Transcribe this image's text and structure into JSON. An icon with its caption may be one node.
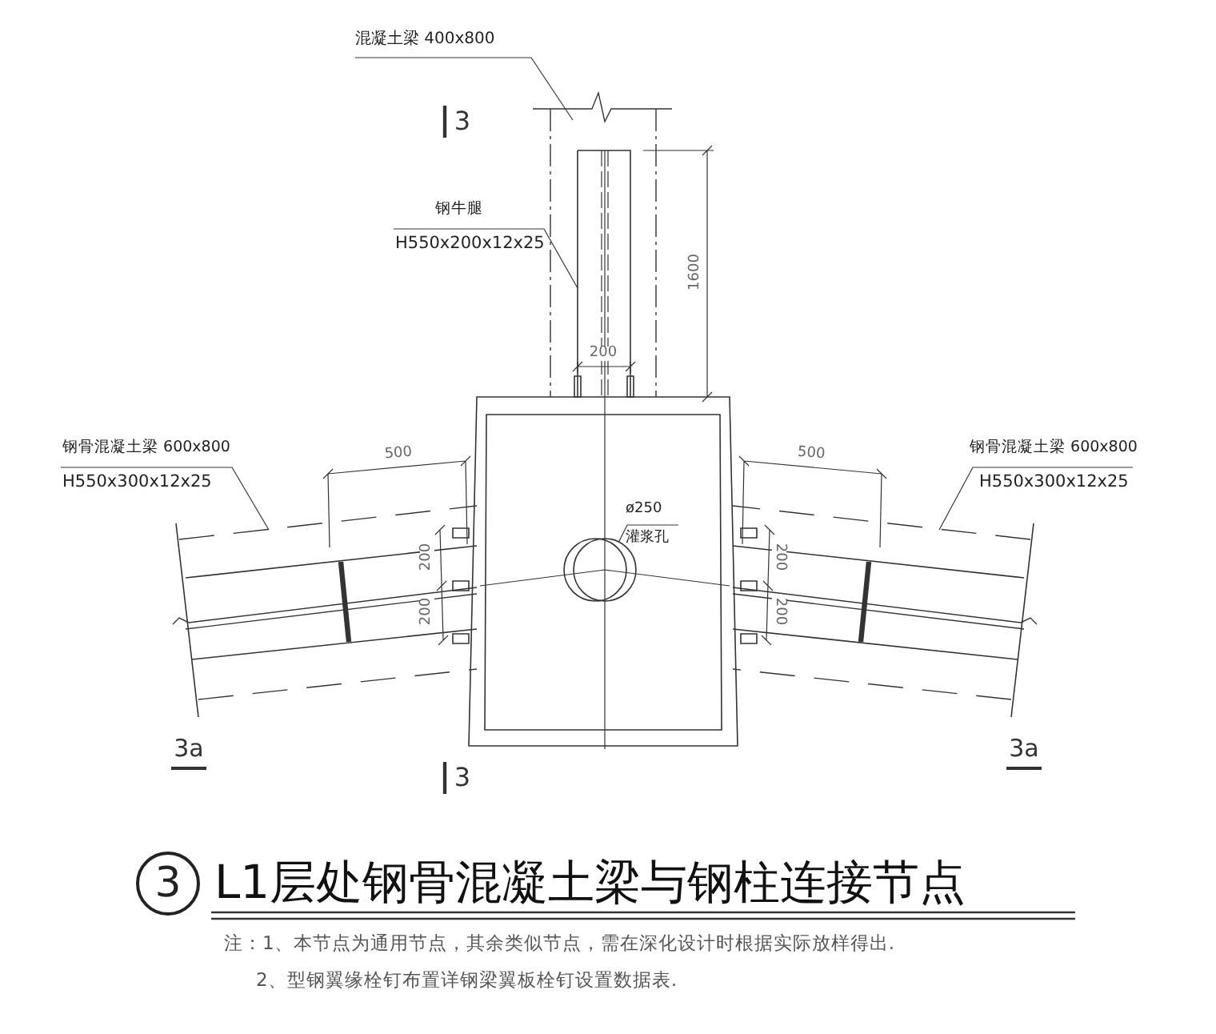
{
  "diagram": {
    "title": "L1层处钢骨混凝土梁与钢柱连接节点",
    "nodes": [
      {
        "text": [
          "混凝土梁 400x800"
        ]
      },
      {
        "text": [
          "钢牛腿",
          "H550x200x12x25"
        ]
      },
      {
        "text": [
          "钢骨混凝土梁 600x800",
          "H550x300x12x25"
        ]
      },
      {
        "text": [
          "钢骨混凝土梁 600x800",
          "H550x300x12x25"
        ]
      },
      {
        "text": [
          "ø250",
          "灌浆孔"
        ]
      },
      {
        "text": [
          "3"
        ]
      },
      {
        "text": [],
        "shape": "circle"
      }
    ],
    "edges": [
      {
        "from": 0,
        "to": null,
        "arrow": "none"
      },
      {
        "from": 1,
        "to": null,
        "arrow": "none"
      },
      {
        "from": 2,
        "to": null,
        "arrow": "none"
      },
      {
        "from": 3,
        "to": null,
        "arrow": "none"
      },
      {
        "from": 4,
        "to": 6,
        "arrow": "none"
      }
    ],
    "labels": [
      "3",
      "1600",
      "200",
      "500",
      "500",
      "200",
      "200",
      "200",
      "200",
      "3a",
      "3",
      "3a",
      "注：1、本节点为通用节点，其余类似节点，需在深化设计时根据实际放样得出.",
      "2、型钢翼缘栓钉布置详钢梁翼板栓钉设置数据表."
    ]
  }
}
